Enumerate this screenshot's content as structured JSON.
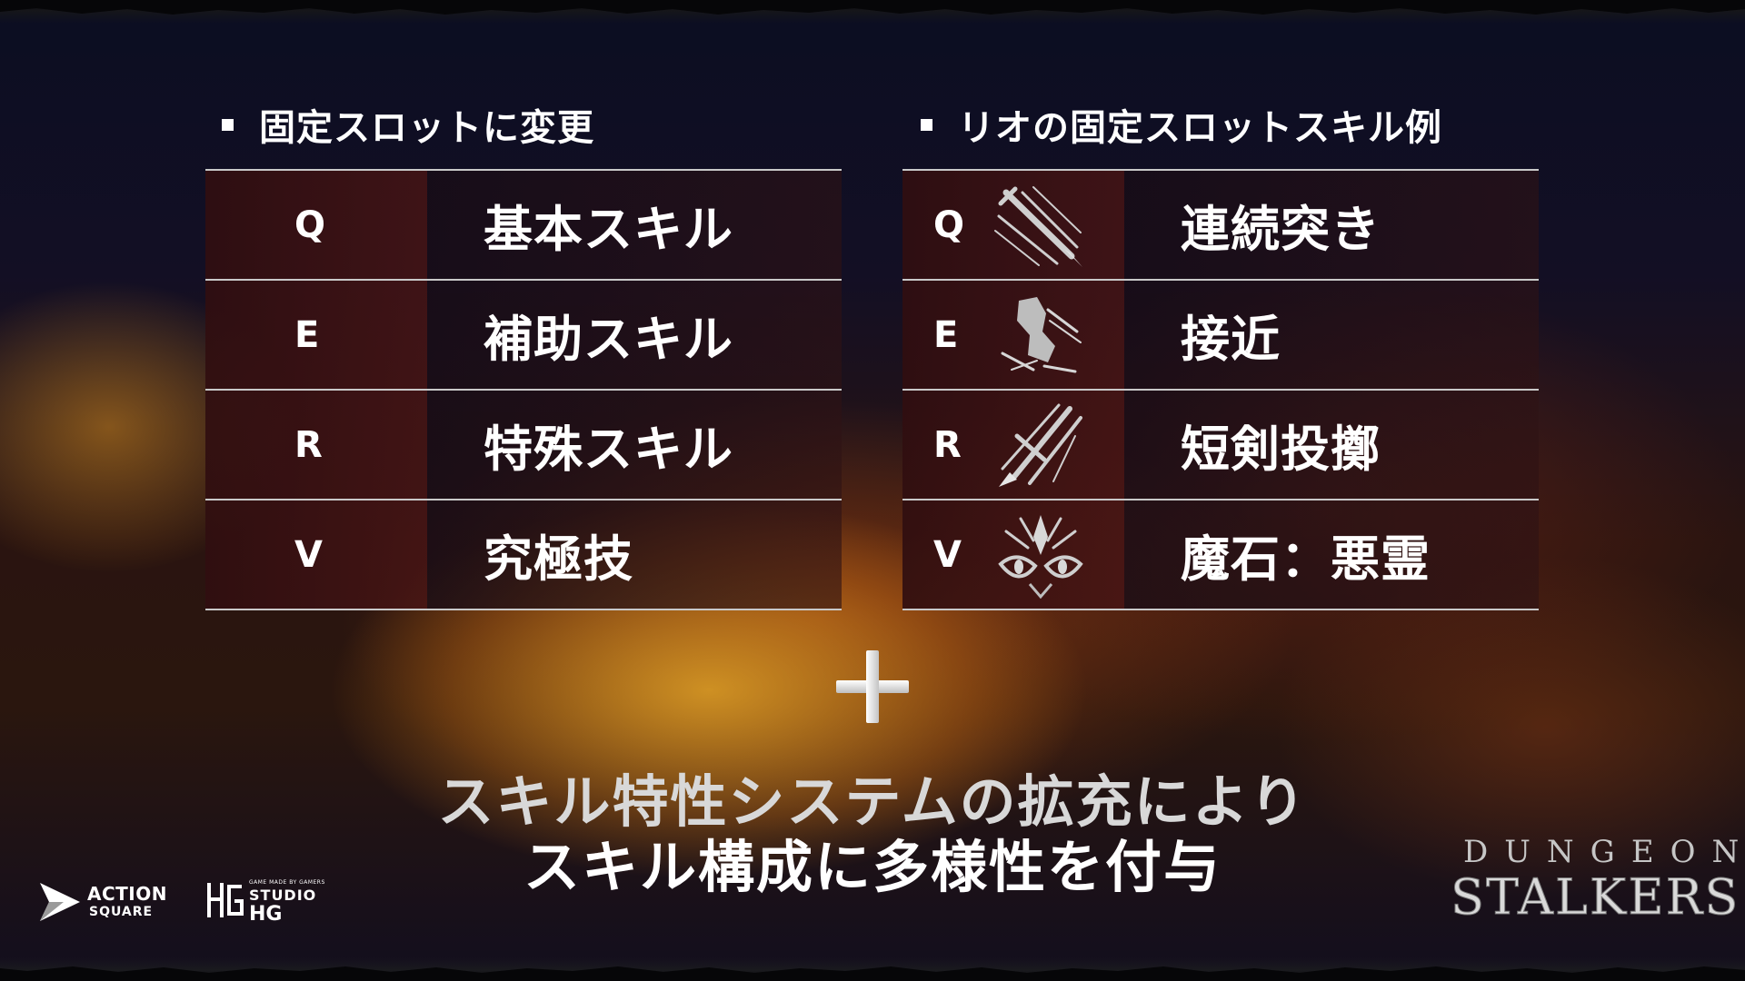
{
  "left_section": {
    "heading": "固定スロットに変更",
    "rows": [
      {
        "key": "Q",
        "name": "基本スキル"
      },
      {
        "key": "E",
        "name": "補助スキル"
      },
      {
        "key": "R",
        "name": "特殊スキル"
      },
      {
        "key": "V",
        "name": "究極技"
      }
    ]
  },
  "right_section": {
    "heading": "リオの固定スロットスキル例",
    "rows": [
      {
        "key": "Q",
        "name": "連続突き",
        "icon": "dagger-thrust-icon"
      },
      {
        "key": "E",
        "name": "接近",
        "icon": "dash-approach-icon"
      },
      {
        "key": "R",
        "name": "短剣投擲",
        "icon": "dagger-throw-icon"
      },
      {
        "key": "V",
        "name": "魔石：悪霊",
        "icon": "demon-eyes-icon"
      }
    ]
  },
  "plus": "+",
  "caption": {
    "line1": "スキル特性システムの拡充により",
    "line2": "スキル構成に多様性を付与"
  },
  "logos": {
    "action_square": {
      "line1": "ACTION",
      "line2": "SQUARE"
    },
    "studio_hg": {
      "tag": "GAME MADE BY GAMERS",
      "line1": "STUDIO",
      "line2": "HG"
    },
    "game": {
      "line1": "DUNGEON",
      "line2": "STALKERS"
    }
  },
  "colors": {
    "text": "#ffffff",
    "divider": "#c9c9c9",
    "key_cell": "#3a1214",
    "background": "#0d1022"
  }
}
